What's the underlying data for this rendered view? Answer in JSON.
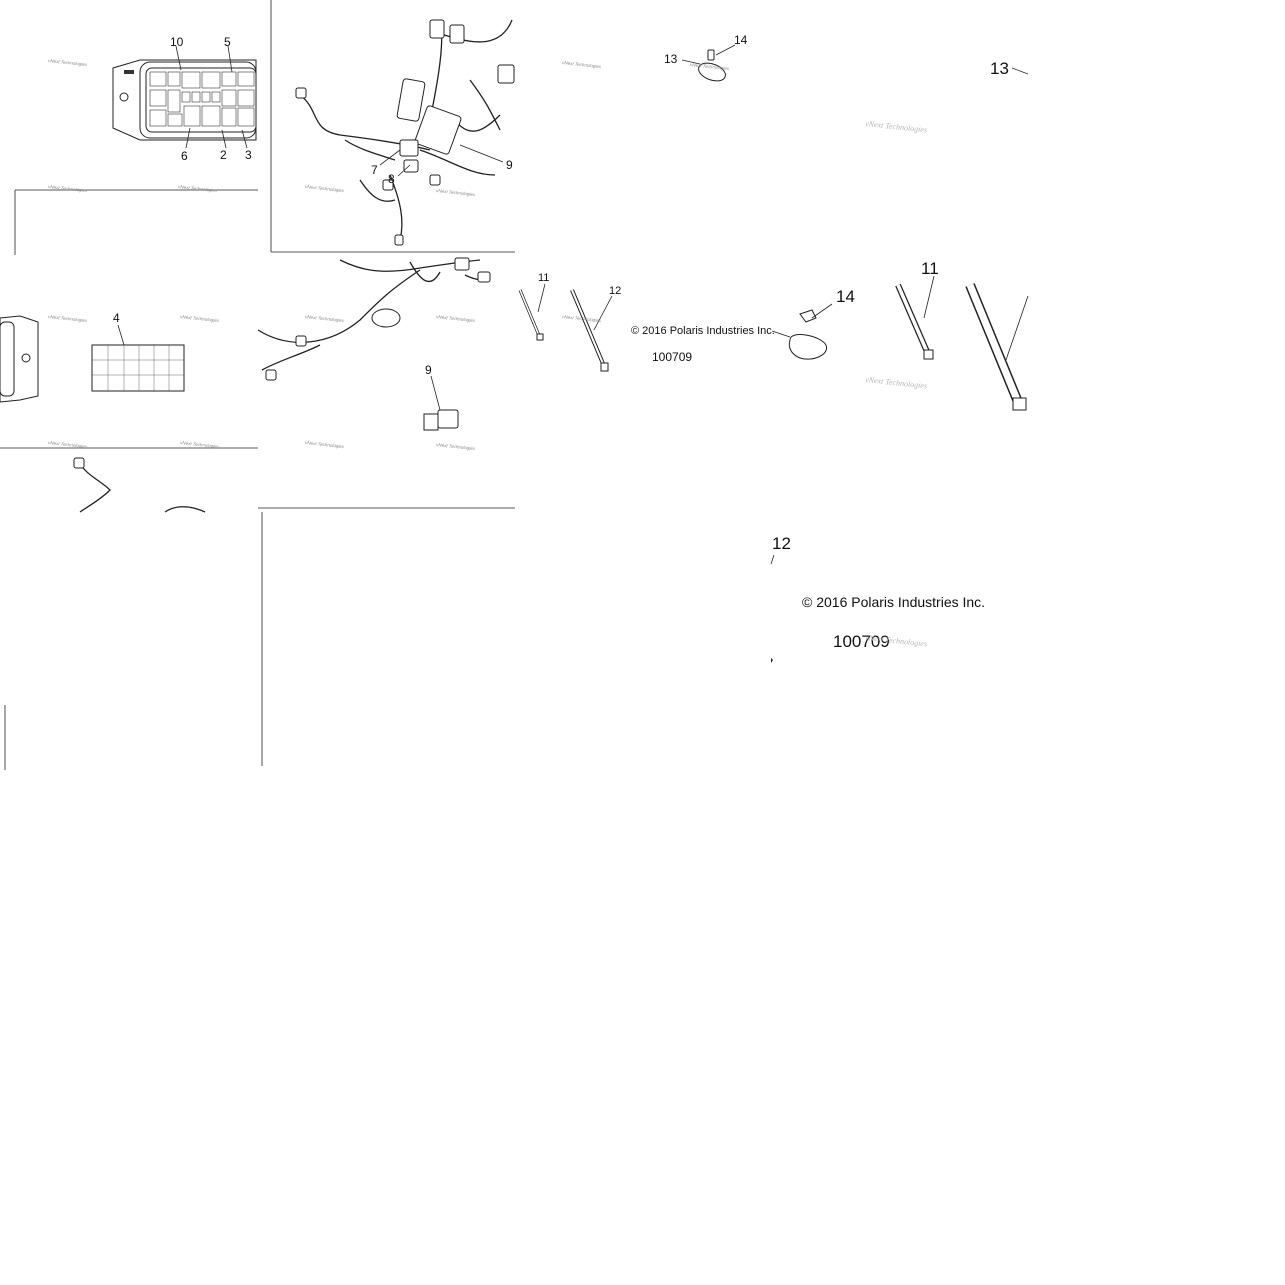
{
  "callouts": {
    "fuse_box_top": [
      "10",
      "5",
      "6",
      "2",
      "3"
    ],
    "fuse_box_label": "4",
    "harness": [
      "7",
      "8",
      "9"
    ],
    "harness_mid": "9",
    "small_parts": [
      "13",
      "14",
      "11",
      "12"
    ],
    "large_parts": [
      "13",
      "11",
      "14",
      "12"
    ]
  },
  "watermark": "vNext Technologies",
  "copyright_small": "© 2016 Polaris Industries Inc.",
  "figure_number_small": "100709",
  "copyright_large": "© 2016 Polaris Industries Inc.",
  "figure_number_large": "100709"
}
